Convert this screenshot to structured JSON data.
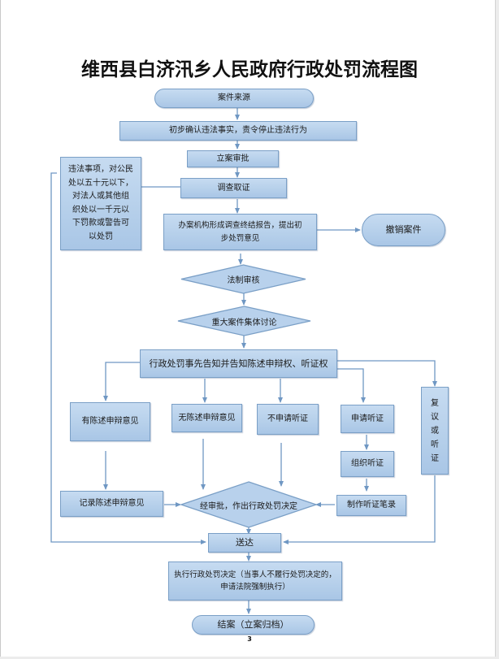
{
  "title": "维西县白济汛乡人民政府行政处罚流程图",
  "page_number": "3",
  "colors": {
    "node_fill": "#b8d1ec",
    "node_border": "#7a9fc6",
    "connector": "#6f97c3"
  },
  "nodes": {
    "case_source": "案件来源",
    "preliminary_confirm": "初步确认违法事实，责令停止违法行为",
    "filing_approval": "立案审批",
    "investigation": "调查取证",
    "summary_rule_lines": [
      "违法事项，对公民",
      "处以五十元以下，",
      "对法人或其他组",
      "织处以一千元以",
      "下罚款或警告可",
      "以处罚"
    ],
    "report_lines": [
      "办案机构形成调查终结报告，提出初",
      "步处罚意见"
    ],
    "revoke_case": "撤销案件",
    "legal_review": "法制审核",
    "collective_discussion": "重大案件集体讨论",
    "prior_notice": "行政处罚事先告知并告知陈述申辩权、听证权",
    "has_statement": "有陈述申辩意见",
    "no_statement": "无陈述申辩意见",
    "no_hearing_request": "不申请听证",
    "request_hearing": "申请听证",
    "reconsider_lines": [
      "复",
      "议",
      "或",
      "听",
      "证"
    ],
    "organize_hearing": "组织听证",
    "record_statement": "记录陈述申辩意见",
    "decision": "经审批，作出行政处罚决定",
    "hearing_record": "制作听证笔录",
    "delivery": "送达",
    "execute_lines": [
      "执行行政处罚决定（当事人不履行处罚决定的，",
      "申请法院强制执行）"
    ],
    "close_case": "结案（立案归档）"
  }
}
